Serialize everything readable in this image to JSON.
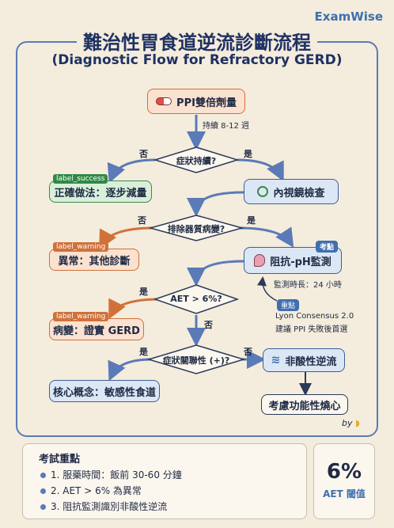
{
  "brand": "ExamWise",
  "title_zh": "難治性胃食道逆流診斷流程",
  "title_en": "(Diagnostic Flow for Refractory GERD)",
  "nodes": {
    "ppi": "PPI雙倍劑量",
    "duration": "持續 8-12 週",
    "q1": "症狀持續?",
    "success": "正確做法：逐步減量",
    "success_tag": "label_success",
    "endo": "內視鏡檢查",
    "q2": "排除器質病變?",
    "warn1": "異常：其他診斷",
    "warn1_tag": "label_warning",
    "ph": "阻抗-pH監測",
    "ph_badge": "考點",
    "ph_time": "監測時長：24 小時",
    "q3": "AET > 6%?",
    "warn2": "病變：證實 GERD",
    "warn2_tag": "label_warning",
    "key_badge": "重點",
    "lyon1": "Lyon Consensus 2.0",
    "lyon2": "建議 PPI 失敗後首選",
    "q4": "症狀關聯性 (+)?",
    "hyper": "核心概念：敏感性食道",
    "nonacid": "非酸性逆流",
    "func": "考慮功能性燒心"
  },
  "labels": {
    "no": "否",
    "yes": "是"
  },
  "by": "by",
  "footer": {
    "title": "考試重點",
    "items": [
      "1. 服藥時間：飯前 30-60 分鐘",
      "2. AET > 6% 為異常",
      "3. 阻抗監測識別非酸性逆流"
    ]
  },
  "stat": {
    "value": "6%",
    "label": "AET 閾值"
  },
  "colors": {
    "accent": "#3f6fb0",
    "success": "#2f8a45",
    "warning": "#d0713a",
    "frame": "#5a7ab8"
  }
}
